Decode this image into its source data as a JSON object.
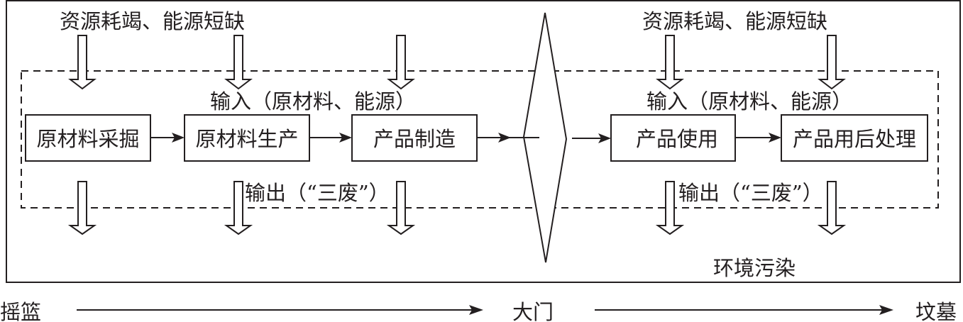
{
  "diagram": {
    "top_labels": {
      "left": "资源耗竭、能源短缺",
      "right": "资源耗竭、能源短缺"
    },
    "input_labels": {
      "left": "输入（原材料、能源）",
      "right": "输入（原材料、能源）"
    },
    "output_labels": {
      "left": "输出（“三废”）",
      "right": "输出（“三废”）"
    },
    "stages": [
      {
        "id": "mining",
        "label": "原材料采掘"
      },
      {
        "id": "material-production",
        "label": "原材料生产"
      },
      {
        "id": "manufacturing",
        "label": "产品制造"
      },
      {
        "id": "product-use",
        "label": "产品使用"
      },
      {
        "id": "disposal",
        "label": "产品用后处理"
      }
    ],
    "environment_label": "环境污染",
    "timeline": {
      "start": "摇篮",
      "middle": "大门",
      "end": "坟墓"
    }
  }
}
